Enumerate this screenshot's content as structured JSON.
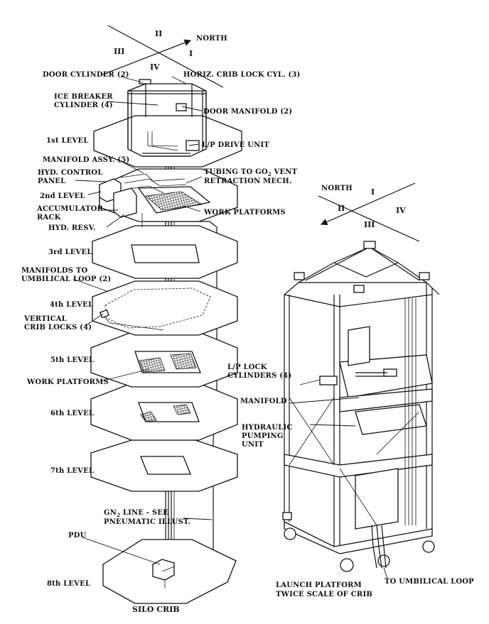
{
  "compass_top": {
    "numerals": [
      "II",
      "III",
      "I",
      "IV"
    ],
    "north": "NORTH"
  },
  "compass_right": {
    "numerals": [
      "I",
      "II",
      "IV",
      "III"
    ],
    "north": "NORTH"
  },
  "labels": {
    "door_cylinder": "DOOR CYLINDER (2)",
    "horiz_crib_lock": "HORIZ. CRIB LOCK CYL. (3)",
    "ice_breaker_1": "ICE BREAKER",
    "ice_breaker_2": "CYLINDER (4)",
    "door_manifold": "DOOR MANIFOLD (2)",
    "level_1": "1st LEVEL",
    "lp_drive": "L/P DRIVE UNIT",
    "manifold_assy": "MANIFOLD ASSY. (5)",
    "hyd_control_1": "HYD. CONTROL",
    "hyd_control_2": "PANEL",
    "tubing_1": "TUBING TO GO",
    "tubing_sub": "2",
    "tubing_1b": " VENT",
    "tubing_2": "RETRACTION MECH.",
    "level_2": "2nd LEVEL",
    "work_platforms_1": "WORK PLATFORMS",
    "accumulator_1": "ACCUMULATOR",
    "accumulator_2": "RACK",
    "hyd_resv": "HYD. RESV.",
    "level_3": "3rd LEVEL",
    "manifolds_umb_1": "MANIFOLDS TO",
    "manifolds_umb_2": "UMBILICAL LOOP (2)",
    "level_4": "4th LEVEL",
    "vertical_locks_1": "VERTICAL",
    "vertical_locks_2": "CRIB LOCKS (4)",
    "level_5": "5th LEVEL",
    "work_platforms_2": "WORK PLATFORMS",
    "level_6": "6th LEVEL",
    "level_7": "7th LEVEL",
    "gn2_1": "GN",
    "gn2_sub": "2",
    "gn2_1b": " LINE - SEE",
    "gn2_2": "PNEUMATIC ILLUST.",
    "pdu": "PDU",
    "level_8": "8th LEVEL",
    "silo_crib": "SILO CRIB",
    "lp_lock_1": "L/P LOCK",
    "lp_lock_2": "CYLINDERS (4)",
    "manifold": "MANIFOLD",
    "hyd_pump_1": "HYDRAULIC",
    "hyd_pump_2": "PUMPING",
    "hyd_pump_3": "UNIT",
    "launch_1": "LAUNCH PLATFORM",
    "launch_2": "TWICE SCALE OF CRIB",
    "to_umbilical": "TO UMBILICAL LOOP"
  }
}
